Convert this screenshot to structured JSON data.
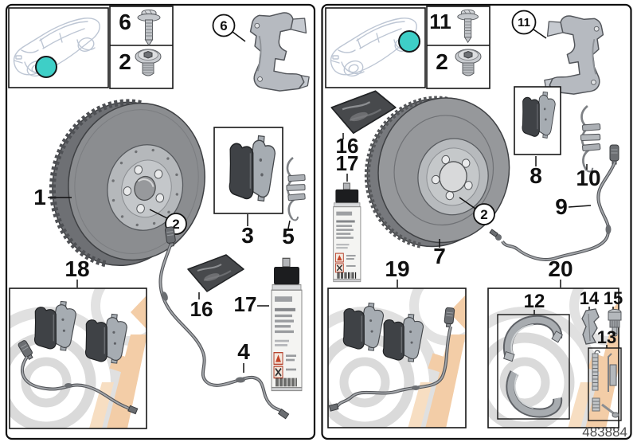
{
  "footer": {
    "doc_number": "483884"
  },
  "colors": {
    "highlight_teal": "#3ECFC7",
    "watermark_orange": "#F3CDA7",
    "watermark_orange_light": "#F7DEC2",
    "watermark_gray": "#DADADA"
  },
  "left_panel": {
    "name": "front-brake-service",
    "fastener_box": {
      "bolt_label": "6",
      "plug_label": "2"
    },
    "callouts": {
      "carrier": "6",
      "disc": "1",
      "hub_screw": "2",
      "pads_box": "3",
      "retaining_clip": "5",
      "pad_kit": "18",
      "paste_bag": "16",
      "cleaner_can": "17",
      "wear_sensor": "4"
    }
  },
  "right_panel": {
    "name": "rear-brake-service",
    "fastener_box": {
      "bolt_label": "11",
      "plug_label": "2"
    },
    "callouts": {
      "carrier": "11",
      "paste_bag": "16",
      "cleaner_can": "17",
      "disc": "7",
      "hub_screw": "2",
      "pads_box": "8",
      "retaining_clip": "10",
      "wear_sensor": "9",
      "pad_kit": "19",
      "parking_brake_kit": "20",
      "brake_shoes": "12",
      "expander": "14",
      "adjuster": "15",
      "hardware_kit": "13"
    }
  }
}
